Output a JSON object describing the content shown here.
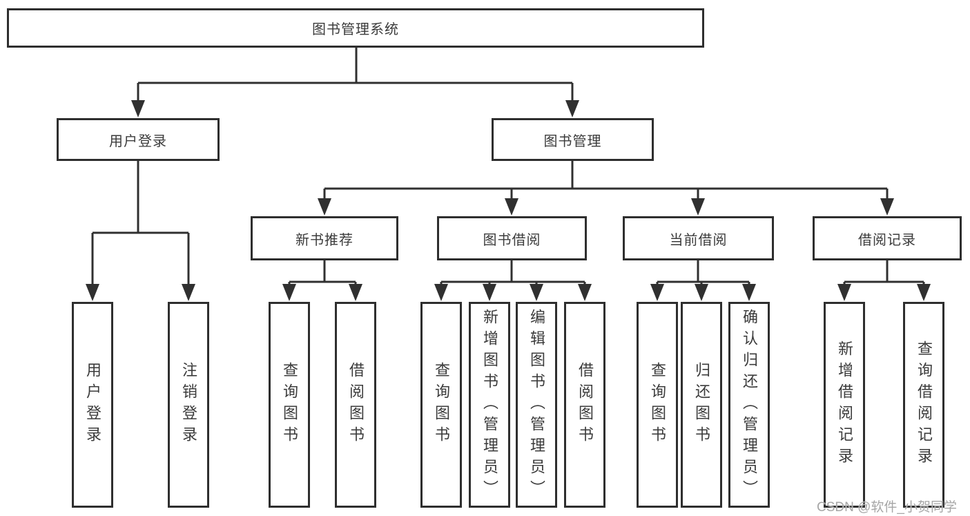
{
  "diagram": {
    "title": "图书管理系统",
    "root": {
      "label": "图书管理系统"
    },
    "level2": [
      {
        "id": "user-login",
        "label": "用户登录"
      },
      {
        "id": "book-management",
        "label": "图书管理"
      }
    ],
    "level3": [
      {
        "id": "new-book-recommend",
        "label": "新书推荐",
        "parent": "图书管理"
      },
      {
        "id": "book-borrowing",
        "label": "图书借阅",
        "parent": "图书管理"
      },
      {
        "id": "current-borrowing",
        "label": "当前借阅",
        "parent": "图书管理"
      },
      {
        "id": "borrowing-records",
        "label": "借阅记录",
        "parent": "图书管理"
      }
    ],
    "leaves": [
      {
        "label": "用户登录",
        "parent": "用户登录"
      },
      {
        "label": "注销登录",
        "parent": "用户登录"
      },
      {
        "label": "查询图书",
        "parent": "新书推荐"
      },
      {
        "label": "借阅图书",
        "parent": "新书推荐"
      },
      {
        "label": "查询图书",
        "parent": "图书借阅"
      },
      {
        "label": "新增图书（管理员）",
        "parent": "图书借阅"
      },
      {
        "label": "编辑图书（管理员）",
        "parent": "图书借阅"
      },
      {
        "label": "借阅图书",
        "parent": "图书借阅"
      },
      {
        "label": "查询图书",
        "parent": "当前借阅"
      },
      {
        "label": "归还图书",
        "parent": "当前借阅"
      },
      {
        "label": "确认归还（管理员）",
        "parent": "当前借阅"
      },
      {
        "label": "新增借阅记录",
        "parent": "借阅记录"
      },
      {
        "label": "查询借阅记录",
        "parent": "借阅记录"
      }
    ],
    "watermark": "CSDN @软件_小贺同学",
    "colors": {
      "line": "#303030",
      "border": "#2e2e2e",
      "text": "#3b3b3b",
      "background": "#ffffff",
      "watermark": "#a6a6a6"
    }
  }
}
